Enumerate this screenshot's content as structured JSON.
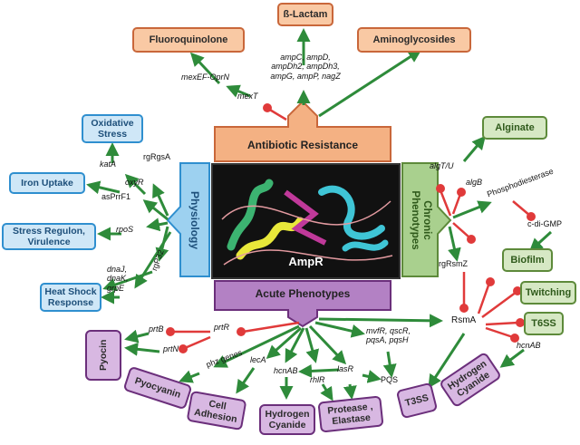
{
  "colors": {
    "orange_fill": "#f4b183",
    "orange_border": "#c9673a",
    "blue_fill": "#9dd1f0",
    "blue_border": "#2f8fcf",
    "green_fill": "#a9d08e",
    "green_border": "#5d8a3a",
    "purple_fill": "#b381c4",
    "purple_border": "#6b2f7b",
    "activation_arrow": "#2e8b3a",
    "repression_marker": "#e03a3a"
  },
  "center": {
    "label": "AmpR"
  },
  "categories": {
    "antibiotic": "Antibiotic Resistance",
    "physiology": "Physiology",
    "chronic": "Chronic\nPhenotypes",
    "acute": "Acute Phenotypes"
  },
  "antibiotic_targets": {
    "fluoroquinolone": "Fluoroquinolone",
    "blactam": "ß-Lactam",
    "aminoglycosides": "Aminoglycosides"
  },
  "antibiotic_genes": {
    "mexEF": "mexEF-OprN",
    "mexT": "mexT",
    "amp_genes": "ampC, ampD,\nampDh2, ampDh3,\nampG, ampP, nagZ"
  },
  "physiology_targets": {
    "oxidative": "Oxidative\nStress",
    "iron": "Iron Uptake",
    "stress_regulon": "Stress Regulon,\nVirulence",
    "heat_shock": "Heat Shock\nResponse"
  },
  "physiology_genes": {
    "katA": "katA",
    "rgRgsA": "rgRgsA",
    "oxyR": "oxyR",
    "asPrrF1": "asPrrF1",
    "rpoS": "rpoS",
    "rgP32": "rgP32",
    "dna": "dnaJ,\ndnaK,\ngrpE"
  },
  "chronic_targets": {
    "alginate": "Alginate",
    "cdigmp": "c-di-GMP",
    "biofilm": "Biofilm",
    "twitching": "Twitching",
    "t6ss": "T6SS"
  },
  "chronic_genes": {
    "algTU": "algT/U",
    "algB": "algB",
    "phospho": "Phosphodiesterase",
    "rgRsmZ": "rgRsmZ",
    "rsmA": "RsmA"
  },
  "acute_targets": {
    "pyocin": "Pyocin",
    "pyocyanin": "Pyocyanin",
    "cell_adhesion": "Cell\nAdhesion",
    "hcn1": "Hydrogen\nCyanide",
    "protease": "Protease ,\nElastase",
    "t3ss": "T3SS",
    "hcn2": "Hydrogen\nCyanide"
  },
  "acute_genes": {
    "prtB": "prtB",
    "prtR": "prtR",
    "prtN": "prtN",
    "phz": "phz genes",
    "lecA": "lecA",
    "hcnAB1": "hcnAB",
    "rhlR": "rhlR",
    "lasR": "lasR",
    "mvfR": "mvfR, qscR,\npqsA, pqsH",
    "pqs": "PQS",
    "hcnAB2": "hcnAB"
  }
}
